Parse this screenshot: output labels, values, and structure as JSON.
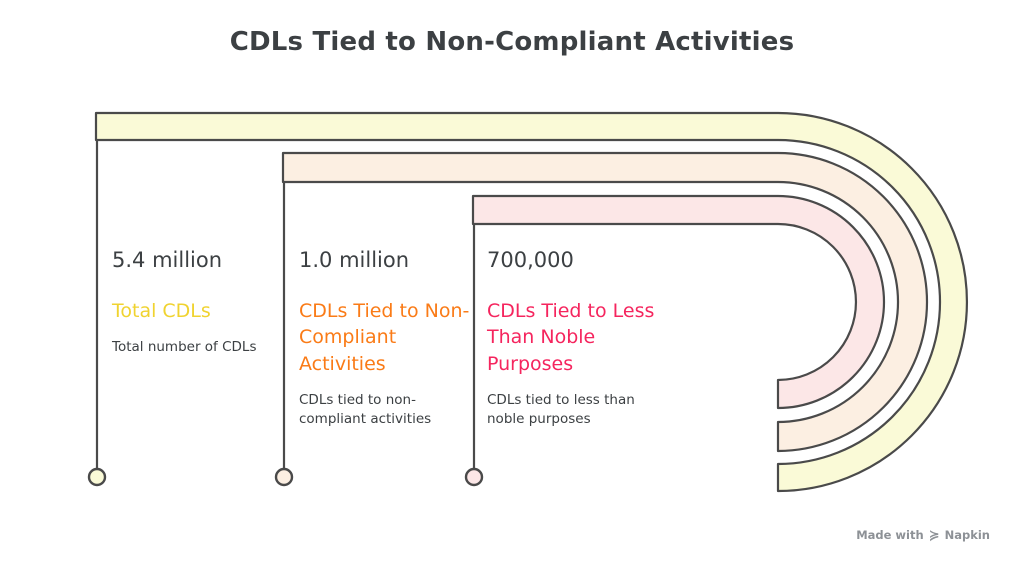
{
  "title": "CDLs Tied to Non-Compliant Activities",
  "colors": {
    "band_total": "#fafad7",
    "band_noncompliant": "#fcefe2",
    "band_noble": "#fce7e7",
    "outline": "#4a4a4a",
    "label_total": "#f0d330",
    "label_noncompliant": "#fa7b17",
    "label_noble": "#f5255e",
    "text": "#3c4043",
    "background": "#ffffff"
  },
  "chart_data": {
    "type": "bar",
    "title": "CDLs Tied to Non-Compliant Activities",
    "xlabel": "",
    "ylabel": "",
    "categories": [
      "Total CDLs",
      "CDLs Tied to Non-Compliant Activities",
      "CDLs Tied to Less Than Noble Purposes"
    ],
    "values": [
      5400000,
      1000000,
      700000
    ],
    "value_labels": [
      "5.4 million",
      "1.0 million",
      "700,000"
    ],
    "legend": "none",
    "grid": false
  },
  "columns": [
    {
      "value": "5.4 million",
      "label": "Total CDLs",
      "description": "Total number of CDLs",
      "marker": "endpoint-circle"
    },
    {
      "value": "1.0 million",
      "label": "CDLs Tied to Non-Compliant Activities",
      "description": "CDLs tied to non-compliant activities",
      "marker": "endpoint-circle"
    },
    {
      "value": "700,000",
      "label": "CDLs Tied to Less Than Noble Purposes",
      "description": "CDLs tied to less than noble purposes",
      "marker": "endpoint-circle"
    }
  ],
  "watermark": {
    "prefix": "Made with",
    "glyph": "≽",
    "glyph_name": "napkin-logo-icon",
    "brand": "Napkin"
  }
}
